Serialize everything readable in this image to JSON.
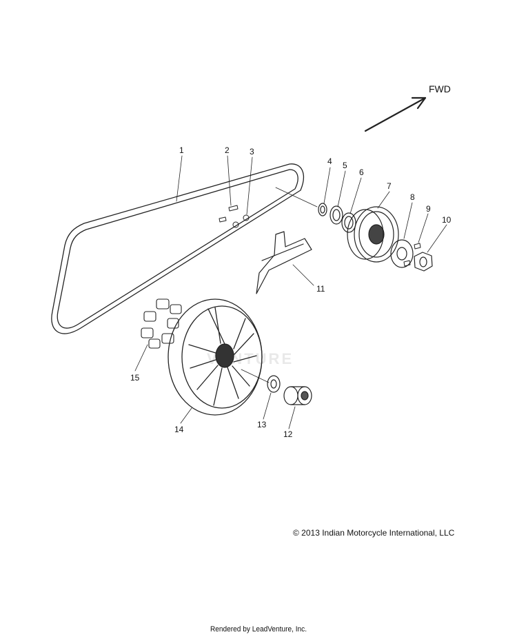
{
  "diagram": {
    "direction_label": "FWD",
    "callouts": [
      "1",
      "2",
      "3",
      "4",
      "5",
      "6",
      "7",
      "8",
      "9",
      "10",
      "11",
      "12",
      "13",
      "14",
      "15"
    ],
    "copyright": "© 2013 Indian Motorcycle International, LLC",
    "watermark": "VENTURE",
    "footer": "Rendered by LeadVenture, Inc."
  }
}
